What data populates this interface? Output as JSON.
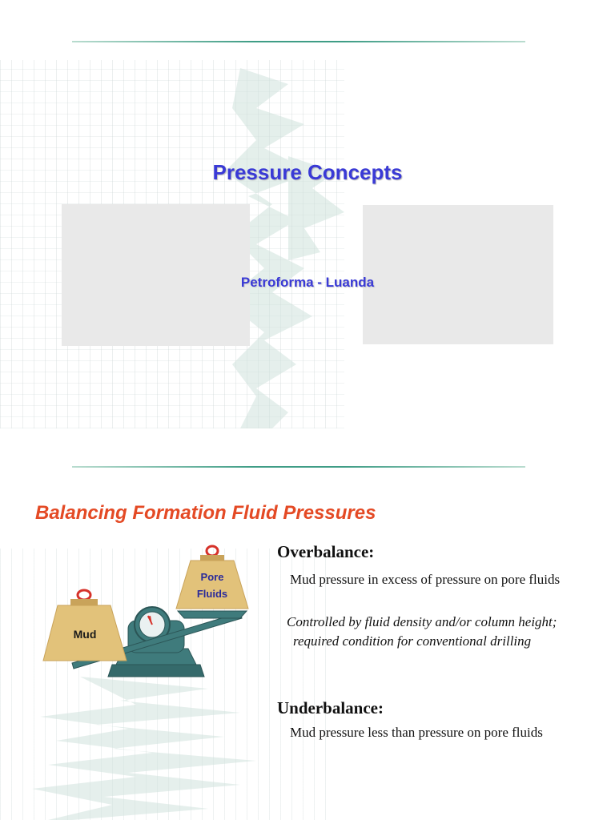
{
  "slide1": {
    "title": "Pressure Concepts",
    "subtitle": "Petroforma - Luanda"
  },
  "slide2": {
    "title": "Balancing Formation Fluid Pressures",
    "illustration": {
      "left_weight_label": "Mud",
      "right_weight_label_line1": "Pore",
      "right_weight_label_line2": "Fluids",
      "icon": "balance-scale-icon"
    },
    "overbalance": {
      "heading": "Overbalance:",
      "point1": "Mud pressure in excess of pressure on pore fluids",
      "point2": "Controlled by fluid density and/or column height; required condition for conventional drilling"
    },
    "underbalance": {
      "heading": "Underbalance:",
      "point1": "Mud pressure less than pressure on pore fluids"
    }
  },
  "colors": {
    "title_blue": "#3a3ad6",
    "title_orange": "#e44a25",
    "rule_green": "#3f9d86",
    "weight_gold": "#e2c27a",
    "scale_teal": "#3f7b7c"
  }
}
